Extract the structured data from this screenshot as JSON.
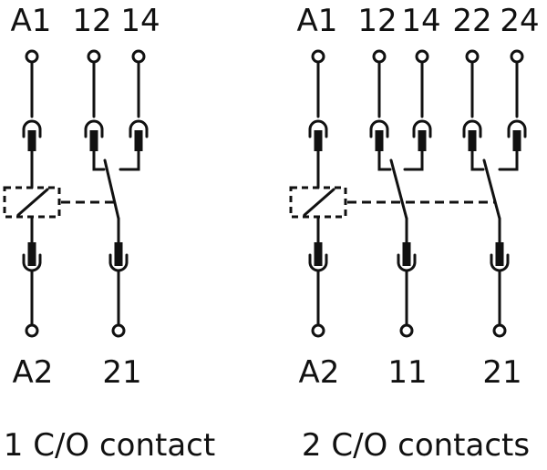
{
  "left": {
    "coil_top_label": "A1",
    "coil_bottom_label": "A2",
    "contact_top_labels": [
      "12",
      "14"
    ],
    "contact_bottom_labels": [
      "21"
    ],
    "caption": "1 C/O contact"
  },
  "right": {
    "coil_top_label": "A1",
    "coil_bottom_label": "A2",
    "contact_top_labels": [
      "12",
      "14",
      "22",
      "24"
    ],
    "contact_bottom_labels": [
      "11",
      "21"
    ],
    "caption": "2 C/O contacts"
  }
}
